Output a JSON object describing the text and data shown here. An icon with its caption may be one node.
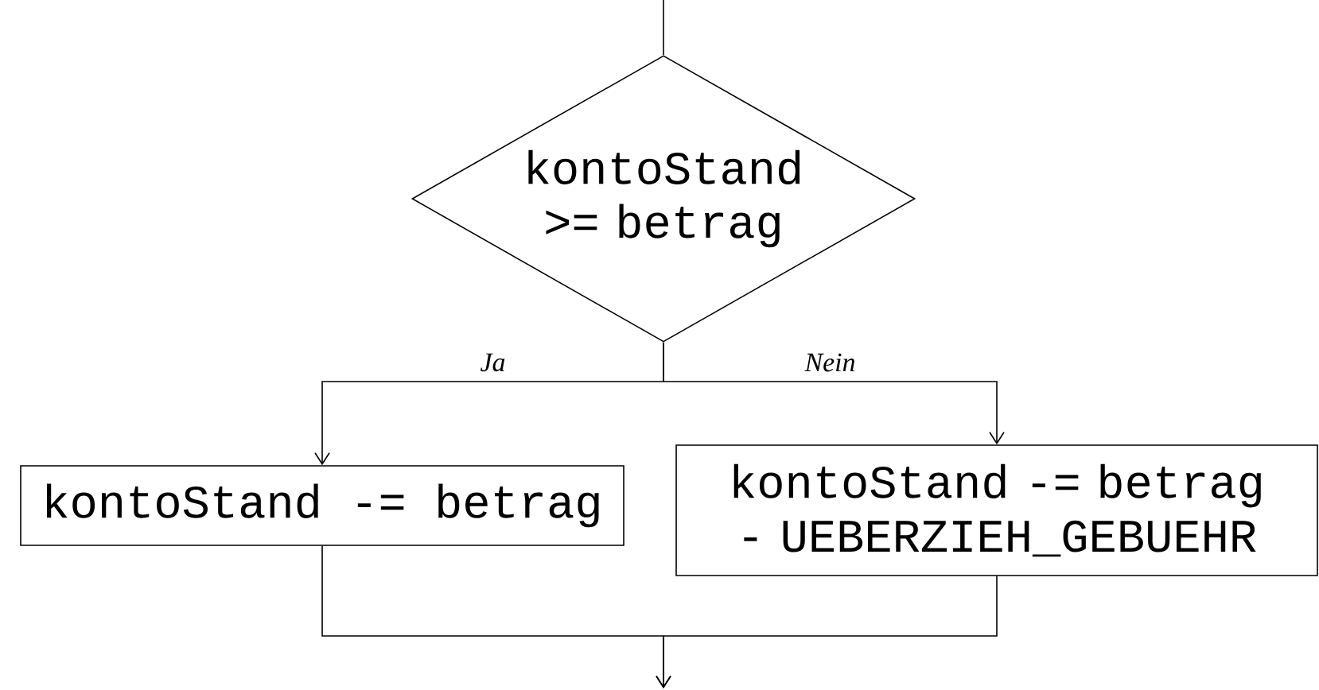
{
  "diagram": {
    "nodes": [
      {
        "text": [
          "kontoStand >= betrag"
        ]
      },
      {
        "text": [
          "kontoStand -= betrag"
        ]
      },
      {
        "text": [
          "kontoStand -= betrag - UEBERZIEH_GEBUEHR"
        ]
      }
    ],
    "edges": [
      {
        "from": null,
        "to": 0,
        "arrow": "none"
      },
      {
        "from": 0,
        "to": 1,
        "arrow": "to",
        "label": "Ja"
      },
      {
        "from": 0,
        "to": 2,
        "arrow": "to",
        "label": "Nein"
      },
      {
        "from": 1,
        "to": null,
        "arrow": "to"
      },
      {
        "from": 2,
        "to": null,
        "arrow": "to"
      }
    ]
  }
}
